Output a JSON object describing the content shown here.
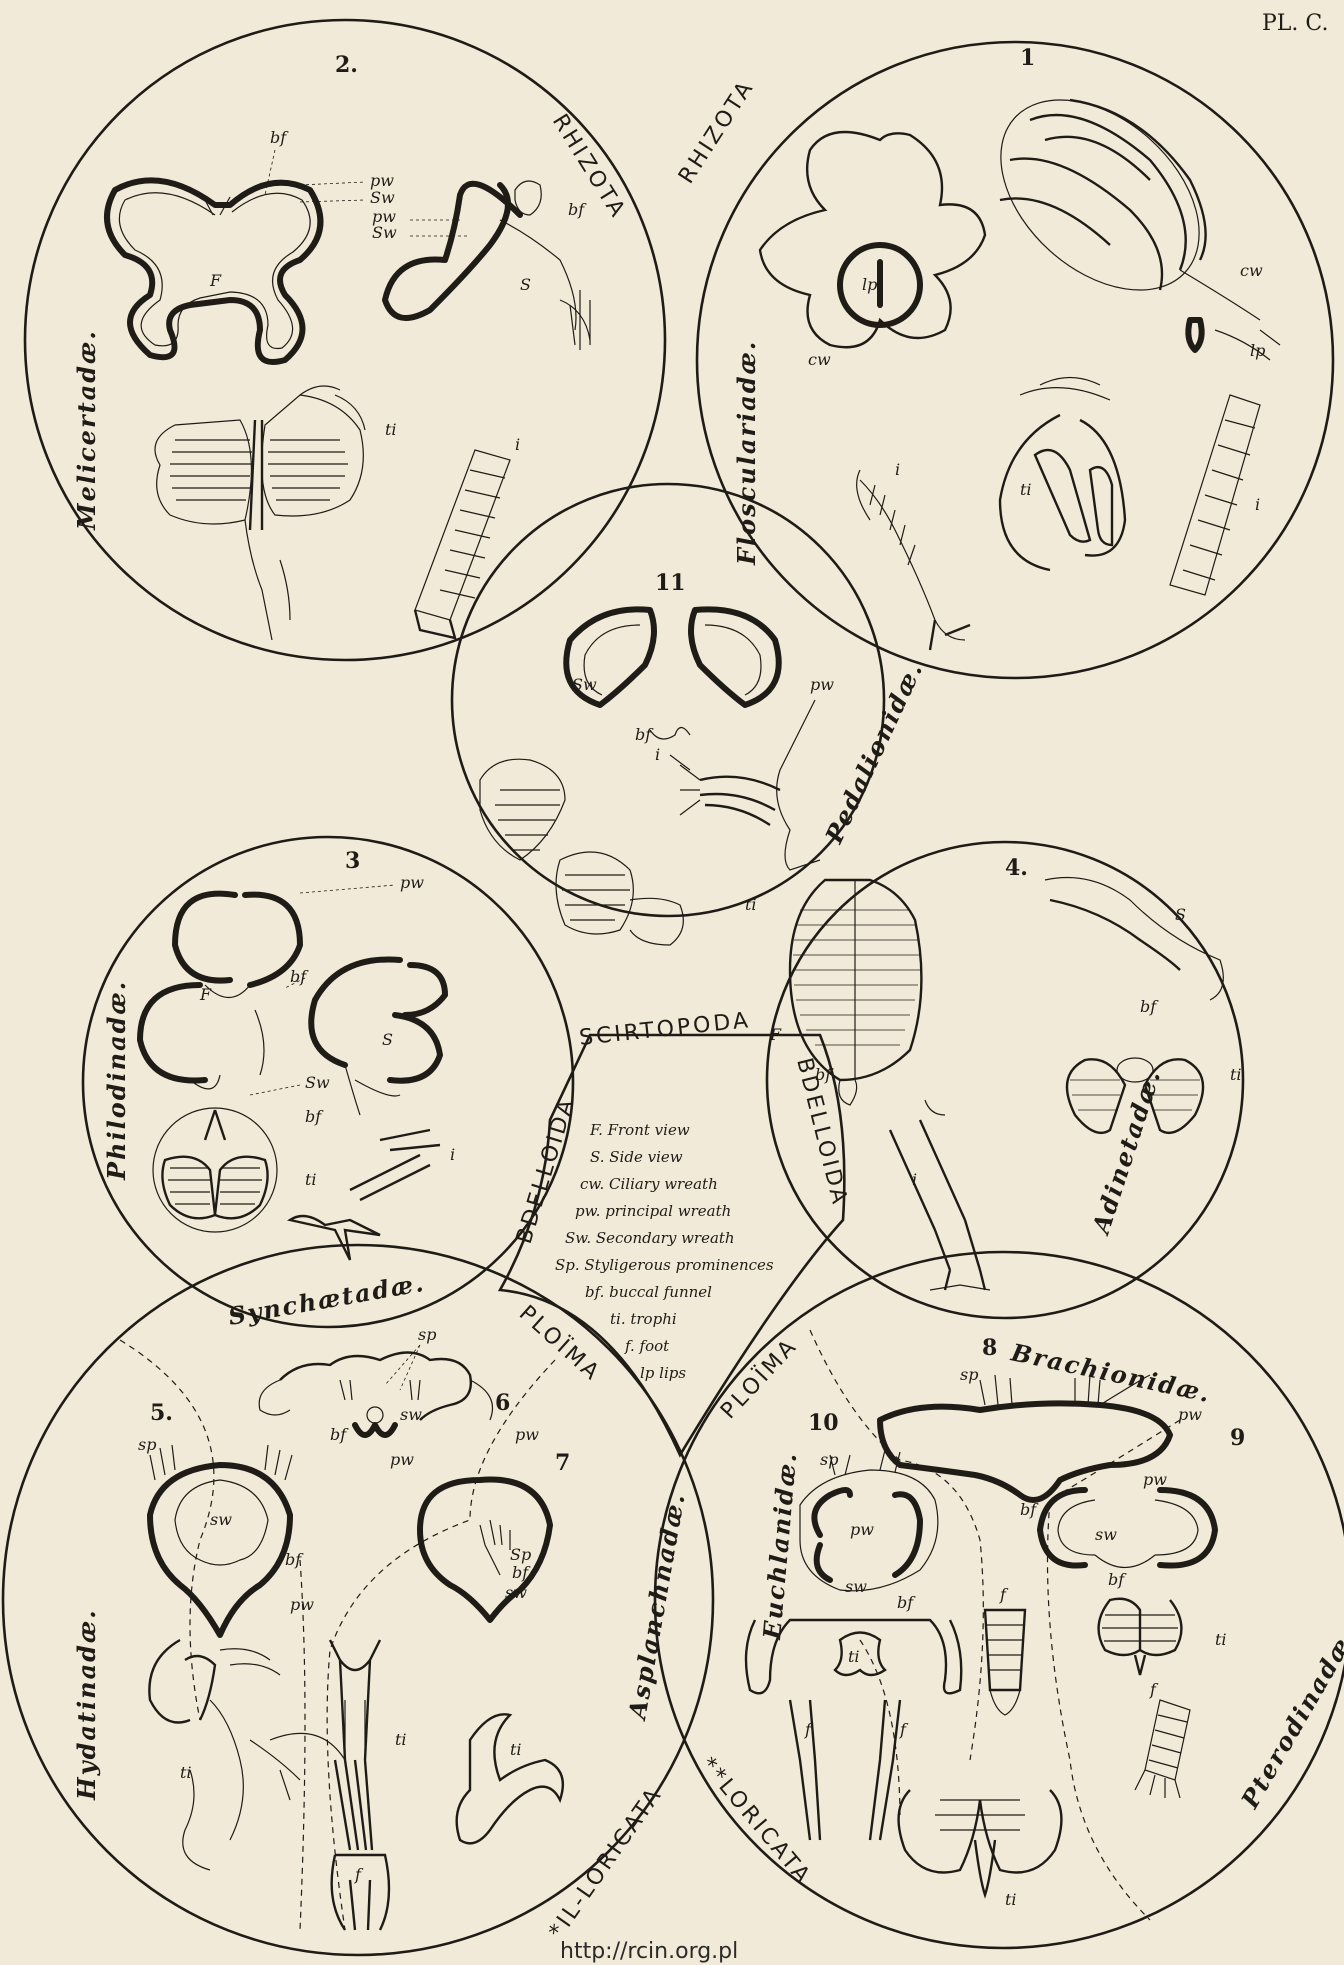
{
  "plate_label": "PL. C.",
  "source_url": "http://rcin.org.pl",
  "orders": {
    "rhizota_left": "RHIZOTA",
    "rhizota_right": "RHIZOTA",
    "scirtopoda": "SCIRTOPODA",
    "bdelloida_left": "BDELLOIDA",
    "bdelloida_right": "BDELLOIDA",
    "ploima_left": "PLOÏMA",
    "ploima_right": "PLOÏMA",
    "loricata_left": "*IL-LORICATA",
    "loricata_right": "**LORICATA"
  },
  "families": {
    "melicertadae": "Melicertadæ.",
    "flosculariadae": "Flosculariadæ.",
    "pedalionidae": "Pedalionidæ.",
    "philodinadae": "Philodinadæ.",
    "adinetadae": "Adinetadæ.",
    "synchaetadae": "Synchætadæ.",
    "hydatinadae": "Hydatinadæ.",
    "asplanchnadae": "Asplanchnadæ.",
    "brachionidae": "Brachionidæ.",
    "euchlanidae": "Euchlanidæ.",
    "pterodinadae": "Pterodinadæ."
  },
  "numbers": {
    "n1": "1",
    "n2": "2.",
    "n3": "3",
    "n4": "4.",
    "n5": "5.",
    "n6": "6",
    "n7": "7",
    "n8": "8",
    "n9": "9",
    "n10": "10",
    "n11": "11"
  },
  "labels": {
    "F": "F",
    "S": "S",
    "pw": "pw",
    "sw": "sw",
    "Sw": "Sw",
    "bf": "bf",
    "ti": "ti",
    "i": "i",
    "f": "f",
    "lp": "lp",
    "cw": "cw",
    "sp": "sp",
    "Sp": "Sp"
  },
  "legend": [
    "F. Front view",
    "S. Side view",
    "cw. Ciliary wreath",
    "pw. principal wreath",
    "Sw. Secondary wreath",
    "Sp. Styligerous prominences",
    "bf. buccal funnel",
    "ti. trophi",
    "f. foot",
    "lp lips"
  ]
}
